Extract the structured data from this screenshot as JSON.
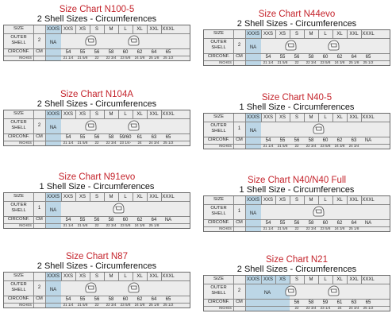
{
  "labels": {
    "size": "SIZE",
    "outer_shell": "OUTER\nSHELL",
    "circonf": "CIRCONF.",
    "cm": "CM",
    "inches": "INCHES",
    "na": "NA"
  },
  "charts": [
    {
      "title": "Size Chart N100-5",
      "subtitle": "2 Shell Sizes - Circumferences",
      "shell_count": "2",
      "na_cols": 1,
      "sizes": [
        "XXXS",
        "XXS",
        "XS",
        "S",
        "M",
        "L",
        "XL",
        "XXL",
        "XXXL"
      ],
      "cm": [
        "",
        "54",
        "55",
        "56",
        "58",
        "60",
        "62",
        "64",
        "65"
      ],
      "inches": [
        "",
        "21 1/4",
        "21 5/8",
        "22",
        "22 3/4",
        "23 5/8",
        "24 3/8",
        "25 1/8",
        "25 1/2"
      ]
    },
    {
      "title": "Size Chart N44evo",
      "subtitle": "2 Shell Sizes - Circumferences",
      "shell_count": "2",
      "na_cols": 1,
      "sizes": [
        "XXXS",
        "XXS",
        "XS",
        "S",
        "M",
        "L",
        "XL",
        "XXL",
        "XXXL"
      ],
      "cm": [
        "",
        "54",
        "55",
        "56",
        "58",
        "60",
        "62",
        "64",
        "65"
      ],
      "inches": [
        "",
        "21 1/4",
        "21 5/8",
        "22",
        "22 3/4",
        "23 5/8",
        "24 3/8",
        "25 1/8",
        "25 1/2"
      ]
    },
    {
      "title": "Size Chart N104A",
      "subtitle": "2 Shell Sizes - Circumferences",
      "shell_count": "2",
      "na_cols": 1,
      "sizes": [
        "XXXS",
        "XXS",
        "XS",
        "S",
        "M",
        "L",
        "XL",
        "XXL",
        "XXXL"
      ],
      "cm": [
        "",
        "54",
        "55",
        "56",
        "58",
        "59/60",
        "61",
        "63",
        "65"
      ],
      "inches": [
        "",
        "21 1/4",
        "21 5/8",
        "22",
        "22 3/4",
        "23 1/4-5/8",
        "24",
        "24 3/4",
        "25 1/2"
      ]
    },
    {
      "title": "Size Chart N40-5",
      "subtitle": "1 Shell Size - Circumferences",
      "shell_count": "1",
      "na_cols": 1,
      "sizes": [
        "XXXS",
        "XXS",
        "XS",
        "S",
        "M",
        "L",
        "XL",
        "XXL",
        "XXXL"
      ],
      "cm": [
        "",
        "54",
        "55",
        "56",
        "58",
        "60",
        "62",
        "63",
        "NA"
      ],
      "inches": [
        "",
        "21 1/4",
        "21 5/8",
        "22",
        "22 3/4",
        "23 5/8",
        "24 3/8",
        "24 3/4",
        ""
      ]
    },
    {
      "title": "Size Chart N91evo",
      "subtitle": "1 Shell Size - Circumferences",
      "shell_count": "1",
      "na_cols": 1,
      "sizes": [
        "XXXS",
        "XXS",
        "XS",
        "S",
        "M",
        "L",
        "XL",
        "XXL",
        "XXXL"
      ],
      "cm": [
        "",
        "54",
        "55",
        "56",
        "58",
        "60",
        "62",
        "64",
        "NA"
      ],
      "inches": [
        "",
        "21 1/4",
        "21 5/8",
        "22",
        "22 3/4",
        "23 5/8",
        "24 3/8",
        "25 1/8",
        ""
      ]
    },
    {
      "title": "Size Chart N40/N40 Full",
      "subtitle": "1 Shell Size - Circumferences",
      "shell_count": "1",
      "na_cols": 1,
      "sizes": [
        "XXXS",
        "XXS",
        "XS",
        "S",
        "M",
        "L",
        "XL",
        "XXL",
        "XXXL"
      ],
      "cm": [
        "",
        "54",
        "55",
        "56",
        "58",
        "60",
        "62",
        "64",
        "NA"
      ],
      "inches": [
        "",
        "21 1/4",
        "21 5/8",
        "22",
        "22 3/4",
        "23 5/8",
        "24 3/8",
        "25 1/8",
        ""
      ]
    },
    {
      "title": "Size Chart N87",
      "subtitle": "2 Shell Sizes - Circumferences",
      "shell_count": "2",
      "na_cols": 1,
      "sizes": [
        "XXXS",
        "XXS",
        "XS",
        "S",
        "M",
        "L",
        "XL",
        "XXL",
        "XXXL"
      ],
      "cm": [
        "",
        "54",
        "55",
        "56",
        "58",
        "60",
        "62",
        "64",
        "65"
      ],
      "inches": [
        "",
        "21 1/4",
        "21 5/8",
        "22",
        "22 3/4",
        "23 5/8",
        "24 3/8",
        "25 1/8",
        "25 1/2"
      ]
    },
    {
      "title": "Size Chart N21",
      "subtitle": "2 Shell Sizes - Circumferences",
      "shell_count": "2",
      "na_cols": 3,
      "sizes": [
        "XXXS",
        "XXS",
        "XS",
        "S",
        "M",
        "L",
        "XL",
        "XXL",
        "XXXL"
      ],
      "cm": [
        "",
        "",
        "",
        "56",
        "58",
        "59",
        "61",
        "63",
        "65"
      ],
      "inches": [
        "",
        "",
        "",
        "22",
        "22 3/4",
        "23 1/4",
        "24",
        "24 3/4",
        "25 1/2"
      ]
    }
  ]
}
